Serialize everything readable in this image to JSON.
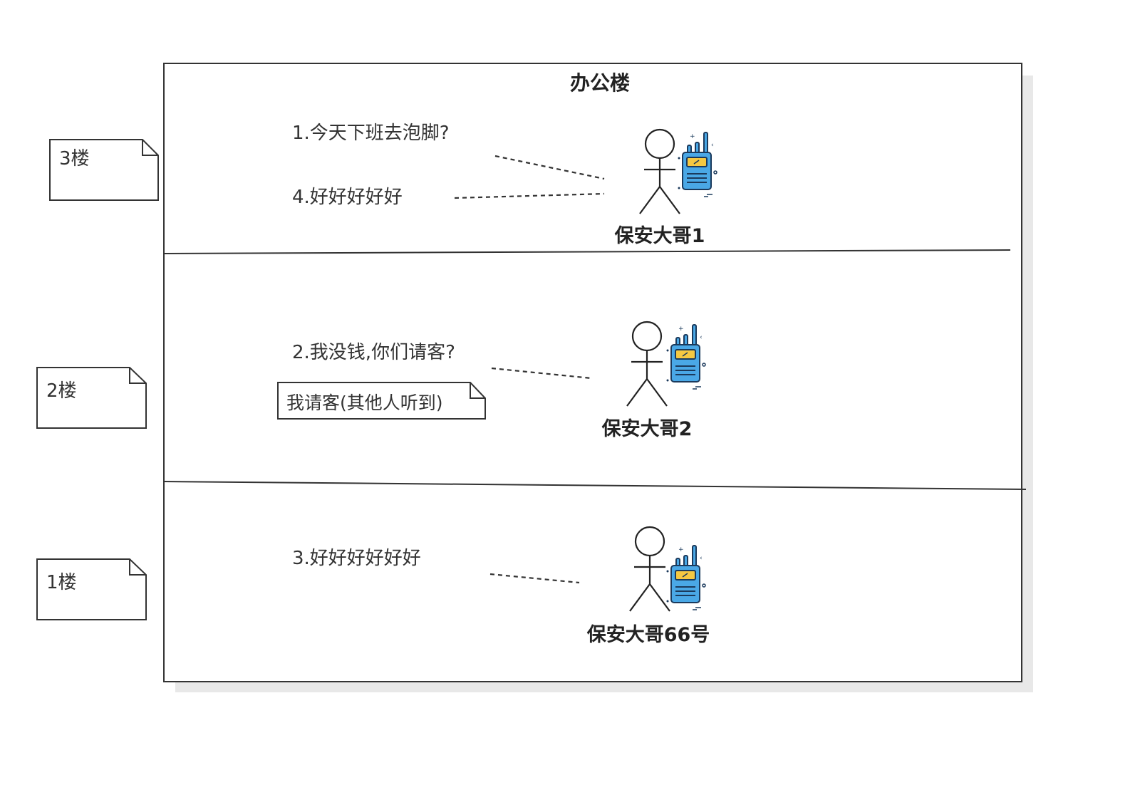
{
  "building": {
    "title": "办公楼"
  },
  "floors": [
    {
      "label": "3楼"
    },
    {
      "label": "2楼"
    },
    {
      "label": "1楼"
    }
  ],
  "actors": [
    {
      "name": "保安大哥1"
    },
    {
      "name": "保安大哥2"
    },
    {
      "name": "保安大哥66号"
    }
  ],
  "messages": [
    {
      "text": "1.今天下班去泡脚?"
    },
    {
      "text": "4.好好好好好"
    },
    {
      "text": "2.我没钱,你们请客?"
    },
    {
      "text": "3.好好好好好好"
    }
  ],
  "aside_note": {
    "text": "我请客(其他人听到)"
  },
  "colors": {
    "line": "#333333",
    "radio_body": "#4aa8e6",
    "radio_outline": "#1b3a5c",
    "radio_screen": "#f5c842",
    "shadow": "#e6e6e6"
  }
}
